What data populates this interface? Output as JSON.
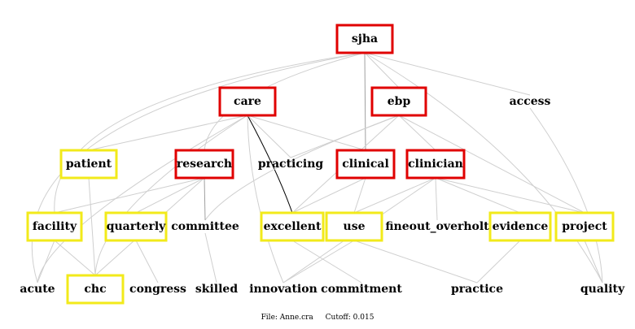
{
  "nodes": [
    {
      "id": "sjha",
      "label": "sjha",
      "style": "red"
    },
    {
      "id": "care",
      "label": "care",
      "style": "red"
    },
    {
      "id": "ebp",
      "label": "ebp",
      "style": "red"
    },
    {
      "id": "access",
      "label": "access",
      "style": "plain"
    },
    {
      "id": "patient",
      "label": "patient",
      "style": "yellow"
    },
    {
      "id": "research",
      "label": "research",
      "style": "red"
    },
    {
      "id": "practicing",
      "label": "practicing",
      "style": "plain"
    },
    {
      "id": "clinical",
      "label": "clinical",
      "style": "red"
    },
    {
      "id": "clinician",
      "label": "clinician",
      "style": "red"
    },
    {
      "id": "facility",
      "label": "facility",
      "style": "yellow"
    },
    {
      "id": "quarterly",
      "label": "quarterly",
      "style": "yellow"
    },
    {
      "id": "committee",
      "label": "committee",
      "style": "plain"
    },
    {
      "id": "excellent",
      "label": "excellent",
      "style": "yellow"
    },
    {
      "id": "use",
      "label": "use",
      "style": "yellow"
    },
    {
      "id": "fineout_overholt",
      "label": "fineout_overholt",
      "style": "plain"
    },
    {
      "id": "evidence",
      "label": "evidence",
      "style": "yellow"
    },
    {
      "id": "project",
      "label": "project",
      "style": "yellow"
    },
    {
      "id": "acute",
      "label": "acute",
      "style": "plain"
    },
    {
      "id": "chc",
      "label": "chc",
      "style": "yellow"
    },
    {
      "id": "congress",
      "label": "congress",
      "style": "plain"
    },
    {
      "id": "skilled",
      "label": "skilled",
      "style": "plain"
    },
    {
      "id": "innovation",
      "label": "innovation",
      "style": "plain"
    },
    {
      "id": "commitment",
      "label": "commitment",
      "style": "plain"
    },
    {
      "id": "practice",
      "label": "practice",
      "style": "plain"
    },
    {
      "id": "quality",
      "label": "quality",
      "style": "plain"
    }
  ],
  "edges": [
    {
      "from": "sjha",
      "to": "clinical",
      "weight": "mid"
    },
    {
      "from": "sjha",
      "to": "ebp",
      "weight": "light"
    },
    {
      "from": "sjha",
      "to": "access",
      "weight": "light"
    },
    {
      "from": "sjha",
      "to": "quality",
      "weight": "light"
    },
    {
      "from": "sjha",
      "to": "research",
      "weight": "light"
    },
    {
      "from": "sjha",
      "to": "acute",
      "weight": "light"
    },
    {
      "from": "sjha",
      "to": "facility",
      "weight": "light"
    },
    {
      "from": "care",
      "to": "excellent",
      "weight": "dark"
    },
    {
      "from": "care",
      "to": "practicing",
      "weight": "light"
    },
    {
      "from": "care",
      "to": "clinical",
      "weight": "light"
    },
    {
      "from": "care",
      "to": "patient",
      "weight": "light"
    },
    {
      "from": "care",
      "to": "innovation",
      "weight": "light"
    },
    {
      "from": "care",
      "to": "chc",
      "weight": "light"
    },
    {
      "from": "care",
      "to": "acute",
      "weight": "light"
    },
    {
      "from": "ebp",
      "to": "clinician",
      "weight": "light"
    },
    {
      "from": "ebp",
      "to": "practicing",
      "weight": "light"
    },
    {
      "from": "ebp",
      "to": "project",
      "weight": "light"
    },
    {
      "from": "ebp",
      "to": "excellent",
      "weight": "light"
    },
    {
      "from": "ebp",
      "to": "committee",
      "weight": "light"
    },
    {
      "from": "access",
      "to": "quality",
      "weight": "light"
    },
    {
      "from": "patient",
      "to": "chc",
      "weight": "light"
    },
    {
      "from": "research",
      "to": "committee",
      "weight": "mid"
    },
    {
      "from": "research",
      "to": "quarterly",
      "weight": "light"
    },
    {
      "from": "research",
      "to": "facility",
      "weight": "light"
    },
    {
      "from": "research",
      "to": "chc",
      "weight": "light"
    },
    {
      "from": "clinical",
      "to": "excellent",
      "weight": "light"
    },
    {
      "from": "clinical",
      "to": "use",
      "weight": "light"
    },
    {
      "from": "clinician",
      "to": "use",
      "weight": "light"
    },
    {
      "from": "clinician",
      "to": "fineout_overholt",
      "weight": "light"
    },
    {
      "from": "clinician",
      "to": "evidence",
      "weight": "light"
    },
    {
      "from": "clinician",
      "to": "project",
      "weight": "light"
    },
    {
      "from": "clinician",
      "to": "innovation",
      "weight": "light"
    },
    {
      "from": "facility",
      "to": "acute",
      "weight": "light"
    },
    {
      "from": "facility",
      "to": "chc",
      "weight": "light"
    },
    {
      "from": "quarterly",
      "to": "congress",
      "weight": "light"
    },
    {
      "from": "committee",
      "to": "skilled",
      "weight": "light"
    },
    {
      "from": "excellent",
      "to": "commitment",
      "weight": "light"
    },
    {
      "from": "use",
      "to": "innovation",
      "weight": "light"
    },
    {
      "from": "use",
      "to": "practice",
      "weight": "light"
    },
    {
      "from": "evidence",
      "to": "practice",
      "weight": "light"
    },
    {
      "from": "project",
      "to": "quality",
      "weight": "light"
    }
  ],
  "footer": {
    "file": "File: Anne.cra",
    "cutoff": "Cutoff: 0.015"
  },
  "colors": {
    "red_box": "#e00000",
    "yellow_box": "#f2ea1a",
    "edge": "#cfcfcf",
    "edge_dark": "#000000"
  }
}
